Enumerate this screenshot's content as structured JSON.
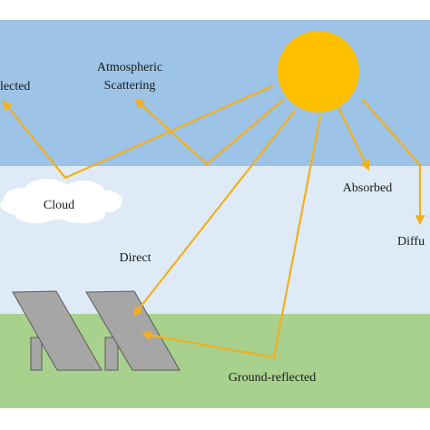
{
  "labels": {
    "reflected": "lected",
    "scattering_1": "Atmospheric",
    "scattering_2": "Scattering",
    "cloud": "Cloud",
    "absorbed": "Absorbed",
    "diffuse": "Diffu",
    "direct": "Direct",
    "ground_reflected": "Ground-reflected"
  },
  "colors": {
    "sky": "#9dc3e6",
    "haze": "#deebf7",
    "ground": "#a9d18e",
    "sun": "#ffc000",
    "ray": "#f2b01e",
    "panel": "#a6a6a6",
    "panel_edge": "#595959",
    "cloud": "#ffffff"
  }
}
